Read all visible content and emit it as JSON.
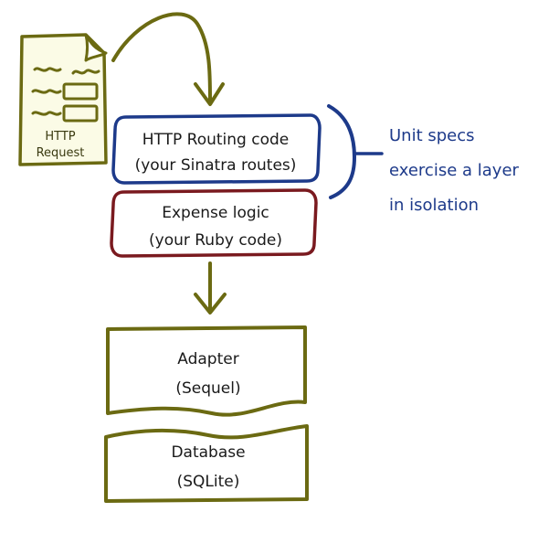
{
  "colors": {
    "olive": "#6b6a12",
    "blue": "#1d3a8a",
    "red": "#7a1a1f",
    "paper": "#fbfbe6"
  },
  "request": {
    "line1": "HTTP",
    "line2": "Request"
  },
  "routing": {
    "line1": "HTTP Routing code",
    "line2": "(your Sinatra routes)"
  },
  "logic": {
    "line1": "Expense logic",
    "line2": "(your Ruby code)"
  },
  "adapter": {
    "line1": "Adapter",
    "line2": "(Sequel)"
  },
  "database": {
    "line1": "Database",
    "line2": "(SQLite)"
  },
  "note": {
    "line1": "Unit specs",
    "line2": "exercise a layer",
    "line3": "in isolation"
  }
}
